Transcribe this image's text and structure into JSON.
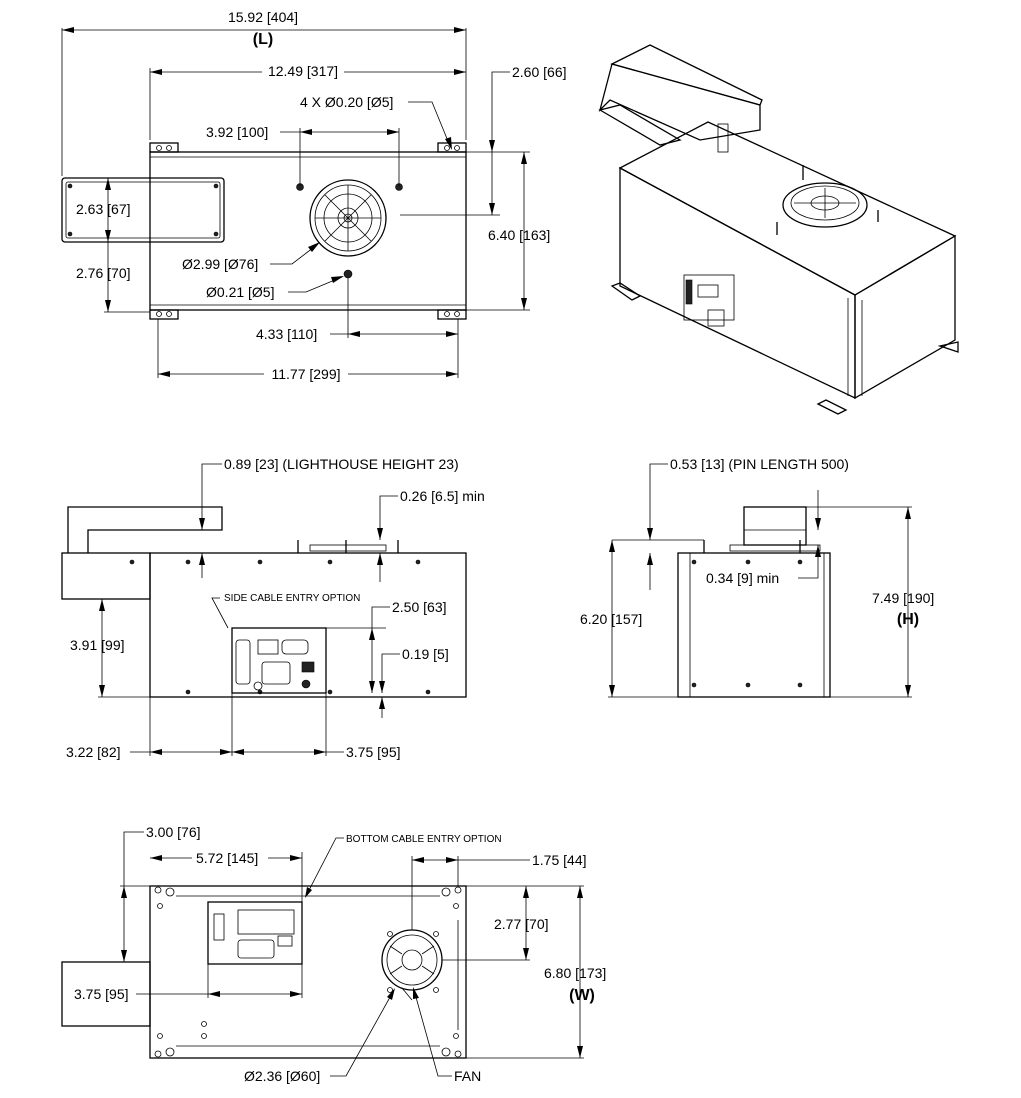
{
  "top_view": {
    "length": "15.92 [404]",
    "length_tag": "(L)",
    "body_length": "12.49 [317]",
    "offset_right": "2.60 [66]",
    "mount_holes": "4 X Ø0.20 [Ø5]",
    "hole_spacing": "3.92 [100]",
    "arm_width": "2.63 [67]",
    "arm_offset": "2.76 [70]",
    "body_depth": "6.40 [163]",
    "lighthouse_dia": "Ø2.99 [Ø76]",
    "pin_hole": "Ø0.21 [Ø5]",
    "pin_offset": "4.33 [110]",
    "foot_spacing": "11.77 [299]"
  },
  "front_view": {
    "lighthouse_height": "0.89 [23] (LIGHTHOUSE HEIGHT 23)",
    "min_clear": "0.26 [6.5] min",
    "side_cable": "SIDE CABLE ENTRY OPTION",
    "panel_height": "2.50 [63]",
    "panel_offset": "0.19 [5]",
    "arm_height": "3.91 [99]",
    "panel_x": "3.22 [82]",
    "panel_w": "3.75 [95]"
  },
  "side_view": {
    "pin_length": "0.53 [13] (PIN LENGTH 500)",
    "min_clear": "0.34 [9] min",
    "body_height": "6.20 [157]",
    "total_height": "7.49 [190]",
    "height_tag": "(H)"
  },
  "bottom_view": {
    "offset_a": "3.00 [76]",
    "bottom_cable": "BOTTOM CABLE ENTRY OPTION",
    "panel_x": "5.72 [145]",
    "fan_offset_x": "1.75 [44]",
    "fan_offset_y": "2.77 [70]",
    "width": "6.80 [173]",
    "width_tag": "(W)",
    "panel_y": "3.75 [95]",
    "fan_dia": "Ø2.36 [Ø60]",
    "fan_label": "FAN"
  }
}
